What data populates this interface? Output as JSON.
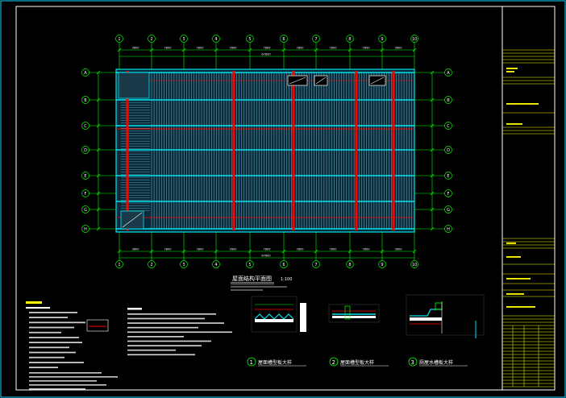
{
  "drawing": {
    "title": "屋面结构平面图",
    "scale": "1:100",
    "details": [
      {
        "num": "1",
        "label": "屋面槽型板大样"
      },
      {
        "num": "2",
        "label": "屋面槽型板大样"
      },
      {
        "num": "3",
        "label": "厕屋水槽板大样"
      }
    ],
    "axes_top": [
      "1",
      "2",
      "3",
      "4",
      "5",
      "6",
      "7",
      "8",
      "9",
      "10"
    ],
    "axes_left": [
      "A",
      "B",
      "C",
      "D",
      "E",
      "F",
      "G",
      "H"
    ],
    "dims_top": [
      "3600",
      "7800",
      "7800",
      "7800",
      "7800",
      "7800",
      "7800",
      "7800",
      "3600"
    ],
    "dims_bottom": [
      "3600",
      "7800",
      "7800",
      "7800",
      "7800",
      "7800",
      "7800",
      "7800",
      "3600"
    ],
    "total_dim": "67800"
  },
  "colors": {
    "background": "#000000",
    "frame": "#00d8ff",
    "border": "#ffffff",
    "grid": "#00ff00",
    "beam": "#00e5ee",
    "rafter": "#ff0000",
    "titleblock": "#ffff00",
    "text": "#ffffff"
  }
}
